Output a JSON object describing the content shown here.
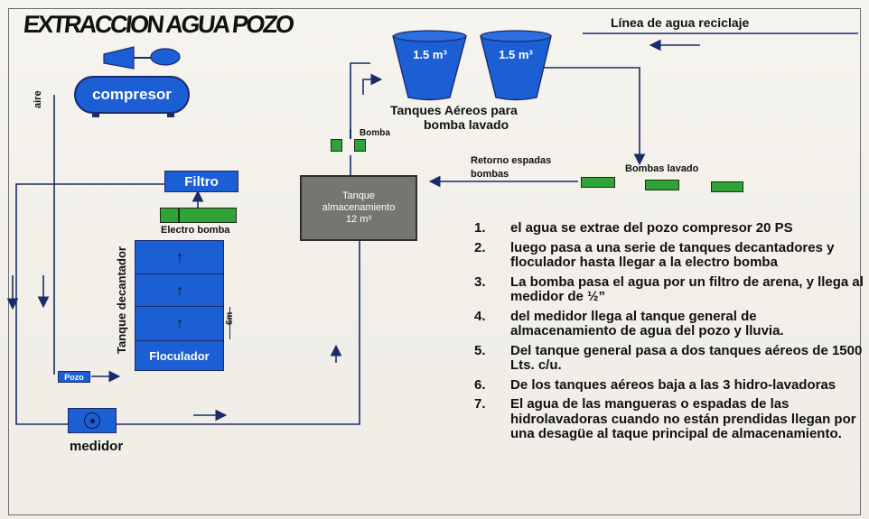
{
  "title": "EXTRACCION AGUA POZO",
  "recycle_line_label": "Línea de agua reciclaje",
  "components": {
    "compressor": "compresor",
    "air": "aire",
    "filter": "Filtro",
    "electro_pump": "Electro bomba",
    "decanter_tank": "Tanque decantador",
    "flocculator": "Floculador",
    "height": "6m",
    "well": "Pozo",
    "meter": "medidor",
    "storage_tank": [
      "Tanque",
      "almacenamiento",
      "12 m³"
    ],
    "pump": "Bomba",
    "aerial_tank_capacity": [
      "1.5 m³",
      "1.5 m³"
    ],
    "aerial_tanks_label": [
      "Tanques  Aéreos para",
      "bomba lavado"
    ],
    "washing_pumps": "Bombas lavado",
    "return_label": [
      "Retorno espadas",
      "bombas"
    ]
  },
  "steps": [
    {
      "n": "1.",
      "text": "el agua se extrae del pozo compresor 20 PS"
    },
    {
      "n": "2.",
      "text": "luego pasa a una serie de tanques decantadores y floculador hasta llegar a la electro bomba"
    },
    {
      "n": "3.",
      "text": "La bomba  pasa el agua por un filtro de arena, y llega al medidor  de ½”"
    },
    {
      "n": "4.",
      "text": " del medidor  llega al tanque  general de almacenamiento  de agua del pozo y lluvia."
    },
    {
      "n": "5.",
      "text": "Del tanque general  pasa   a dos tanques aéreos de 1500 Lts. c/u."
    },
    {
      "n": "6.",
      "text": "De los tanques aéreos baja a las 3 hidro-lavadoras"
    },
    {
      "n": "7.",
      "text": "El agua de las mangueras o espadas de las hidrolavadoras  cuando no están prendidas llegan por una  desagüe al taque principal de almacenamiento."
    }
  ],
  "colors": {
    "equipment": "#1c5ed3",
    "pump": "#2fa238",
    "storage_tank": "#77756f",
    "line": "#1a2a6a"
  }
}
